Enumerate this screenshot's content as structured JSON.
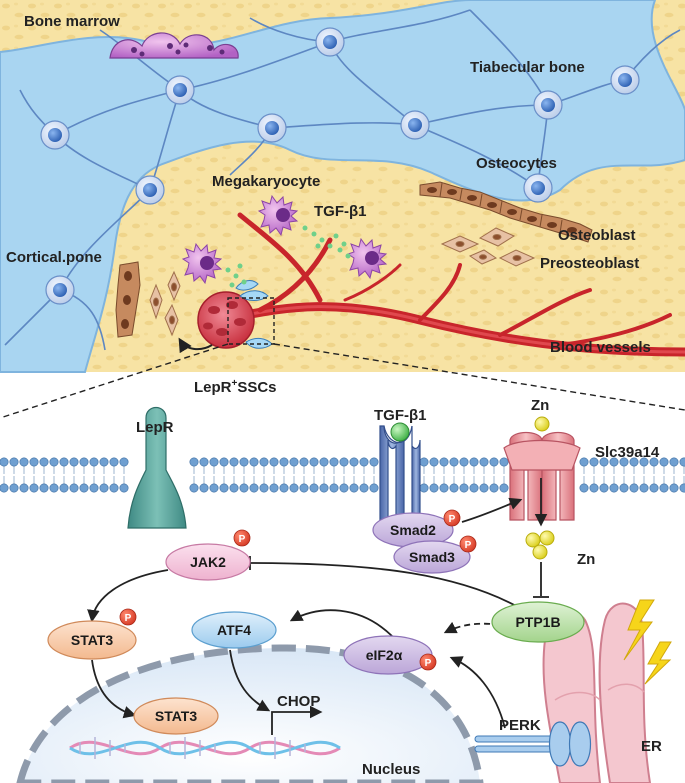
{
  "labels": {
    "bone_marrow": "Bone marrow",
    "trabecular_bone": "Tiabecular bone",
    "osteocytes": "Osteocytes",
    "megakaryocyte": "Megakaryocyte",
    "tgf_b1_top": "TGF-β1",
    "osteoblast": "Osteoblast",
    "preosteoblast": "Preosteoblast",
    "cortical_bone": "Cortical.pone",
    "blood_vessels": "Blood vessels",
    "lepr_sscs_main": "LepR",
    "lepr_sscs_sup": "+",
    "lepr_sscs_tail": "SSCs",
    "lepr": "LepR",
    "tgf_b1_receptor": "TGF-β1",
    "zn_top": "Zn",
    "slc39a14": "Slc39a14",
    "zn_bottom": "Zn",
    "er": "ER",
    "nucleus": "Nucleus",
    "perk": "PERK",
    "chop": "CHOP"
  },
  "nodes": {
    "jak2": "JAK2",
    "smad2": "Smad2",
    "smad3": "Smad3",
    "stat3_cyto": "STAT3",
    "stat3_nuc": "STAT3",
    "atf4": "ATF4",
    "eif2a": "eIF2α",
    "ptp1b": "PTP1B"
  },
  "phospho": "P",
  "colors": {
    "bone_yellow": "#f7e3a4",
    "trabecular_blue": "#a7d3ef",
    "membrane_blue": "#6f9fd0",
    "vessel_red": "#c8252b",
    "jak2_pink": "#f2c0d8",
    "smad_purple": "#c8b6de",
    "stat3_peach": "#f7c9a6",
    "atf4_blue": "#b9dcf3",
    "ptp1b_green": "#b8e0a6",
    "phospho_red": "#e04b3b"
  }
}
